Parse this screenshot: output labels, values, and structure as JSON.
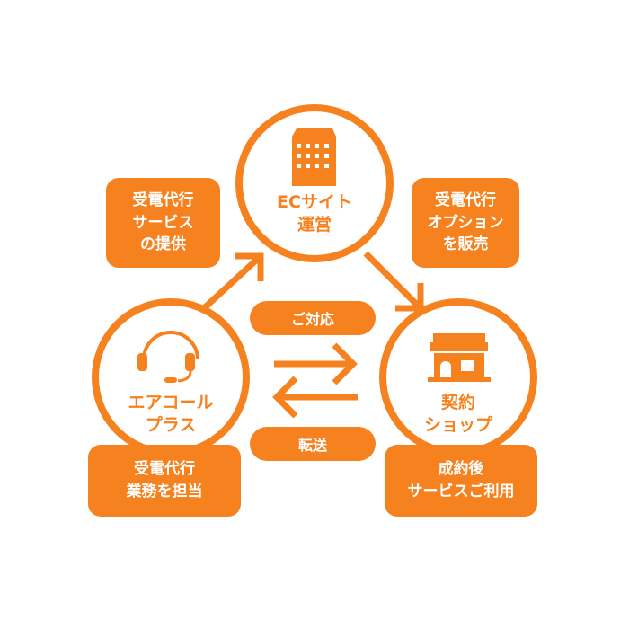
{
  "colors": {
    "accent": "#F5821F",
    "background": "#FFFFFF"
  },
  "nodes": {
    "ec_site": {
      "line1": "ECサイト",
      "line2": "運営",
      "icon": "building-icon"
    },
    "shop": {
      "line1": "契約",
      "line2": "ショップ",
      "icon": "store-icon"
    },
    "aircall": {
      "line1": "エアコール",
      "line2": "プラス",
      "icon": "headset-icon"
    }
  },
  "boxes": {
    "top_left": {
      "line1": "受電代行",
      "line2": "サービス",
      "line3": "の提供"
    },
    "top_right": {
      "line1": "受電代行",
      "line2": "オプション",
      "line3": "を販売"
    },
    "bottom_left": {
      "line1": "受電代行",
      "line2": "業務を担当"
    },
    "bottom_right": {
      "line1": "成約後",
      "line2": "サービスご利用"
    }
  },
  "pills": {
    "response": "ご対応",
    "transfer": "転送"
  }
}
